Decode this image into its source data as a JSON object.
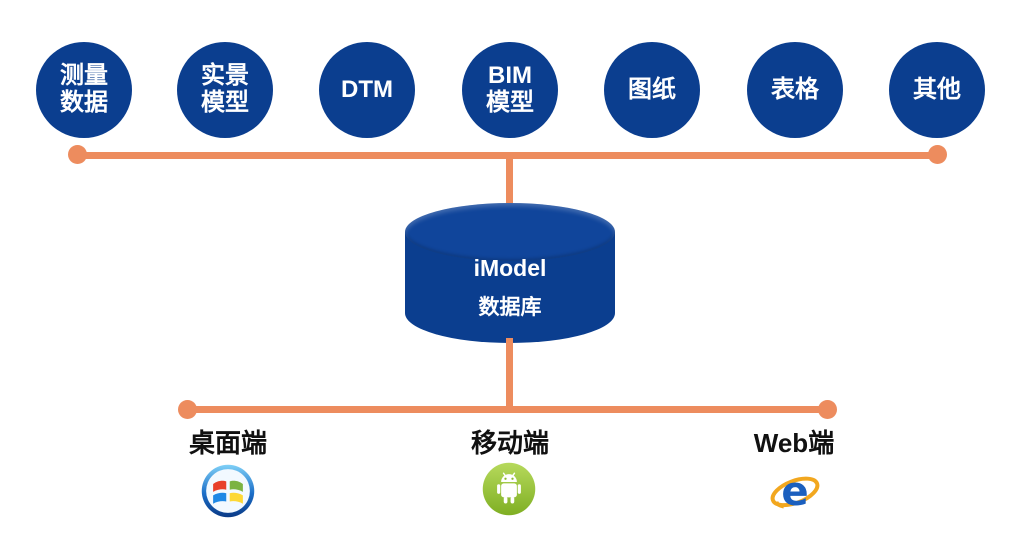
{
  "diagram": {
    "sources": [
      {
        "label": "测量\n数据"
      },
      {
        "label": "实景\n模型"
      },
      {
        "label": "DTM"
      },
      {
        "label": "BIM\n模型"
      },
      {
        "label": "图纸"
      },
      {
        "label": "表格"
      },
      {
        "label": "其他"
      }
    ],
    "database": {
      "line1": "iModel",
      "line2": "数据库"
    },
    "clients": [
      {
        "label": "桌面端",
        "icon": "windows-icon"
      },
      {
        "label": "移动端",
        "icon": "android-icon"
      },
      {
        "label": "Web端",
        "icon": "ie-icon"
      }
    ],
    "colors": {
      "node_blue": "#0B3E8F",
      "connector_orange": "#ED8C5E"
    }
  }
}
